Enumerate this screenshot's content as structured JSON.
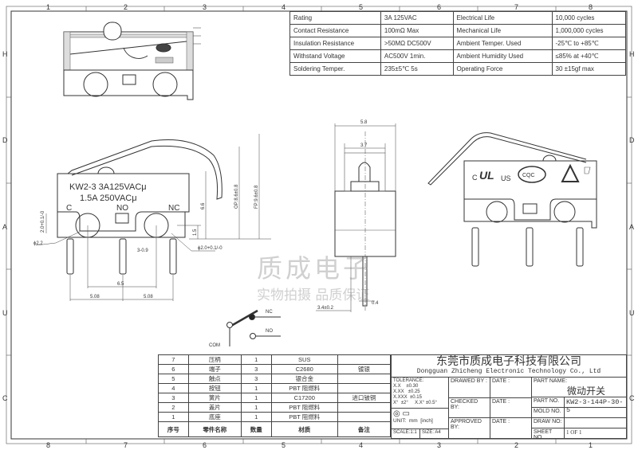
{
  "border": {
    "top_numbers": [
      "1",
      "2",
      "3",
      "4",
      "5",
      "6",
      "7",
      "8"
    ],
    "bottom_numbers": [
      "8",
      "7",
      "6",
      "5",
      "4",
      "3",
      "2",
      "1"
    ],
    "side_letters": [
      "H",
      "D",
      "A",
      "U",
      "C"
    ]
  },
  "specs": {
    "rows": [
      [
        "Rating",
        "3A 125VAC",
        "Electrical Life",
        "10,000 cycles"
      ],
      [
        "Contact Resistance",
        "100mΩ Max",
        "Mechanical Life",
        "1,000,000 cycles"
      ],
      [
        "Insulation Resistance",
        ">50MΩ DC500V",
        "Ambient Temper. Used",
        "-25℃ to +85℃"
      ],
      [
        "Withstand Voltage",
        "AC500V  1min.",
        "Ambient Humidity Used",
        "≤85% at +40℃"
      ],
      [
        "Soldering Temper.",
        "235±5℃ 5s",
        "Operating Force",
        "30 ±15gf max"
      ]
    ]
  },
  "front_view": {
    "marking_line1": "KW2-3 3A125VACμ",
    "marking_line2": "1.5A 250VACμ",
    "terminal_c": "C",
    "terminal_no": "NO",
    "terminal_nc": "NC",
    "dims": {
      "hole_left": "ϕ2.2",
      "hole_right": "ϕ2.0+0.1/-0",
      "hole_height": "2.0+0.1/-0",
      "pin_width": "3-0.9",
      "pitch_holes": "6.5",
      "pitch_left": "5.08",
      "pitch_right": "5.08",
      "height_66": "6.6",
      "height_15": "1.5",
      "op": "OP:8.6±0.8",
      "fp": "FP:9.6±0.8"
    }
  },
  "side_view": {
    "dims": {
      "width": "5.8",
      "plunger": "3.7",
      "pin_offset": "3.4±0.2",
      "pin_thickness": "0.4"
    }
  },
  "right_view": {
    "cert_c": "C",
    "cert_us": "US",
    "cert_ul": "UL",
    "cert_cqc": "CQC"
  },
  "schematic": {
    "nc": "NC",
    "no": "NO",
    "com": "COM"
  },
  "watermark": {
    "line1": "质成电子",
    "line2": "实物拍摄 品质保证"
  },
  "bom": {
    "rows": [
      [
        "7",
        "压柄",
        "1",
        "SUS",
        ""
      ],
      [
        "6",
        "端子",
        "3",
        "C2680",
        "镀银"
      ],
      [
        "5",
        "触点",
        "3",
        "银合金",
        ""
      ],
      [
        "4",
        "按钮",
        "1",
        "PBT 阻燃料",
        ""
      ],
      [
        "3",
        "簧片",
        "1",
        "C17200",
        "进口铍铜"
      ],
      [
        "2",
        "盖片",
        "1",
        "PBT 阻燃料",
        ""
      ],
      [
        "1",
        "底座",
        "1",
        "PBT 阻燃料",
        ""
      ]
    ],
    "headers": [
      "序号",
      "零件名称",
      "数量",
      "材质",
      "备注"
    ]
  },
  "title_block": {
    "company_cn": "东莞市质成电子科技有限公司",
    "company_en": "Dongguan Zhicheng Electronic Technology Co., Ltd",
    "tolerance_label": "TOLERANCE:",
    "tol_x": "X.X    ±0.30",
    "tol_xx": "X.XX   ±0.25",
    "tol_xxx": "X.XXX  ±0.15",
    "tol_angle": "X°  ±2°     X.X° ±0.5°",
    "unit": "UNIT:  mm  [inch]",
    "scale": "SCALE:1:1",
    "size": "SIZE: A4",
    "drawed_by": "DRAWED BY :",
    "checked_by": "CHECKED BY:",
    "approved_by": "APPROVED BY:",
    "date": "DATE :",
    "part_name_label": "PART NAME:",
    "part_name": "微动开关",
    "part_no_label": "PART NO.",
    "part_no": "KW2-3-144P-30-5",
    "mold_no_label": "MOLD NO.",
    "draw_no_label": "DRAW NO:",
    "sheet_no_label": "SHEET NO.",
    "sheet_no": "1 OF 1"
  }
}
